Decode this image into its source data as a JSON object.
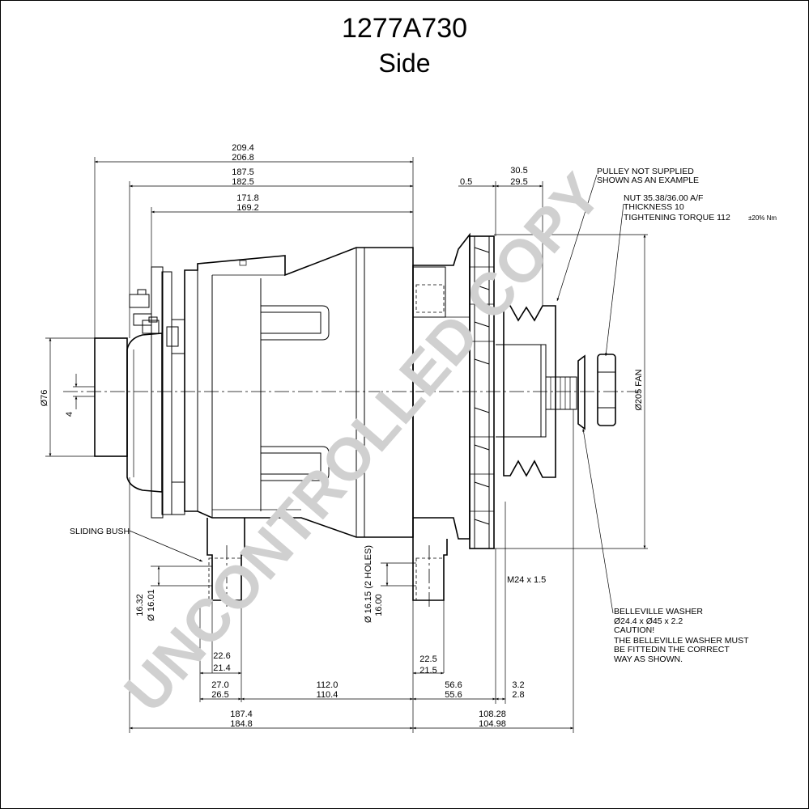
{
  "title": "1277A730",
  "subtitle": "Side",
  "watermark": "UNCONTROLLED COPY",
  "colors": {
    "line": "#000000",
    "watermark": "#d0d0d0",
    "background": "#ffffff"
  },
  "dims": {
    "d209_4": "209.4",
    "d206_8": "206.8",
    "d187_5": "187.5",
    "d182_5": "182.5",
    "d171_8": "171.8",
    "d169_2": "169.2",
    "d0_5": "0.5",
    "d30_5": "30.5",
    "d29_5": "29.5",
    "dia76": "Ø76",
    "d4": "4",
    "dia205": "Ø205 FAN",
    "m24": "M24 x 1.5",
    "dia16_32": "16.32",
    "dia16_01": "Ø 16.01",
    "dia16_15": "Ø 16.15 (2 HOLES)",
    "dia16_00": "16.00",
    "d22_6": "22.6",
    "d21_4": "21.4",
    "d22_5": "22.5",
    "d21_5": "21.5",
    "d27_0": "27.0",
    "d26_5": "26.5",
    "d112_0": "112.0",
    "d110_4": "110.4",
    "d56_6": "56.6",
    "d55_6": "55.6",
    "d3_2": "3.2",
    "d2_8": "2.8",
    "d187_4": "187.4",
    "d184_8": "184.8",
    "d108_28": "108.28",
    "d104_98": "104.98"
  },
  "notes": {
    "pulley_1": "PULLEY NOT SUPPLIED",
    "pulley_2": "SHOWN AS AN EXAMPLE",
    "nut_1": "NUT 35.38/36.00 A/F",
    "nut_2": "THICKNESS 10",
    "nut_3": "TIGHTENING TORQUE 112",
    "nut_3b": "±20% Nm",
    "bush": "SLIDING BUSH",
    "bw_1": "BELLEVILLE WASHER",
    "bw_2": "Ø24.4 x Ø45 x 2.2",
    "bw_3": "CAUTION!",
    "bw_4": "THE BELLEVILLE WASHER MUST",
    "bw_5": "BE FITTEDIN THE CORRECT",
    "bw_6": "WAY AS SHOWN."
  }
}
